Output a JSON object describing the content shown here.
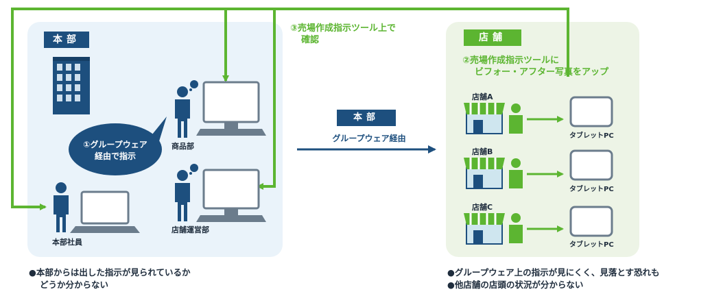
{
  "headquarters": {
    "label": "本部",
    "speech_bubble": [
      "①グループウェア",
      "経由で指示"
    ],
    "dept_merchandise": "商品部",
    "dept_store_ops": "店舗運営部",
    "employee": "本部社員",
    "note": [
      "●本部からは出した指示が見られているか",
      "どうか分からない"
    ]
  },
  "store": {
    "label": "店舗",
    "upload_step": [
      "②売場作成指示ツールに",
      "ビフォー・アフター写真をアップ"
    ],
    "stores": [
      {
        "name": "店舗A",
        "device": "タブレットPC"
      },
      {
        "name": "店舗B",
        "device": "タブレットPC"
      },
      {
        "name": "店舗C",
        "device": "タブレットPC"
      }
    ],
    "note": [
      "●グループウェア上の指示が見にくく、見落とす恐れも",
      "●他店舗の店頭の状況が分からない"
    ]
  },
  "flow": {
    "middle_label": "本部",
    "middle_caption": "グループウェア経由",
    "confirm_step": [
      "③売場作成指示ツール上で",
      "確認"
    ]
  },
  "colors": {
    "navy": "#1d4f7e",
    "green": "#5cb531",
    "hq_bg": "#eaf3fa",
    "store_bg": "#edf4e6"
  }
}
